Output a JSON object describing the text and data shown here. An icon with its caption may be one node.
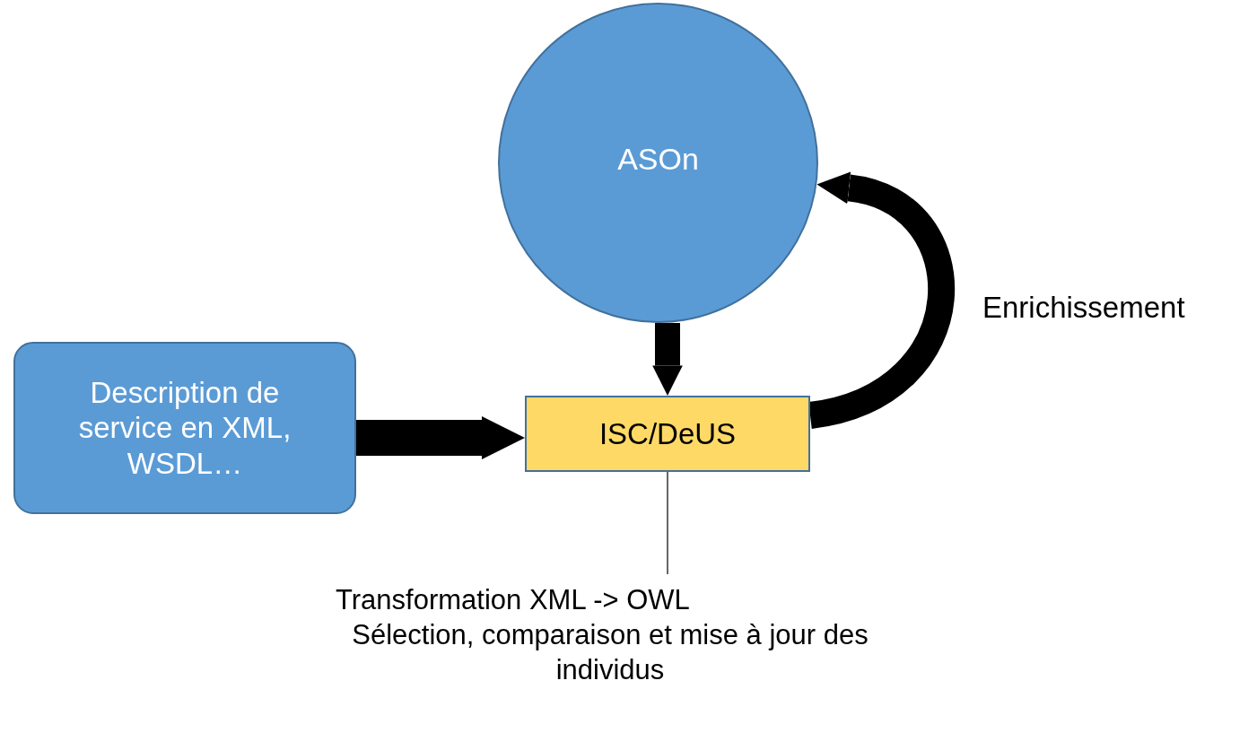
{
  "diagram": {
    "nodes": [
      {
        "text": [
          "ASOn"
        ]
      },
      {
        "text": [
          "Description de service en XML, WSDL…"
        ]
      },
      {
        "text": [
          "ISC/DeUS"
        ]
      },
      {
        "text": [
          "Transformation XML -> OWL",
          "Sélection, comparaison et mise à jour des individus"
        ]
      }
    ],
    "edges": [
      {
        "from": 0,
        "to": 2,
        "arrow": "to"
      },
      {
        "from": 1,
        "to": 2,
        "arrow": "to"
      },
      {
        "from": 2,
        "to": 0,
        "arrow": "to",
        "label": "Enrichissement"
      },
      {
        "from": 2,
        "to": 3,
        "arrow": "none"
      }
    ]
  }
}
